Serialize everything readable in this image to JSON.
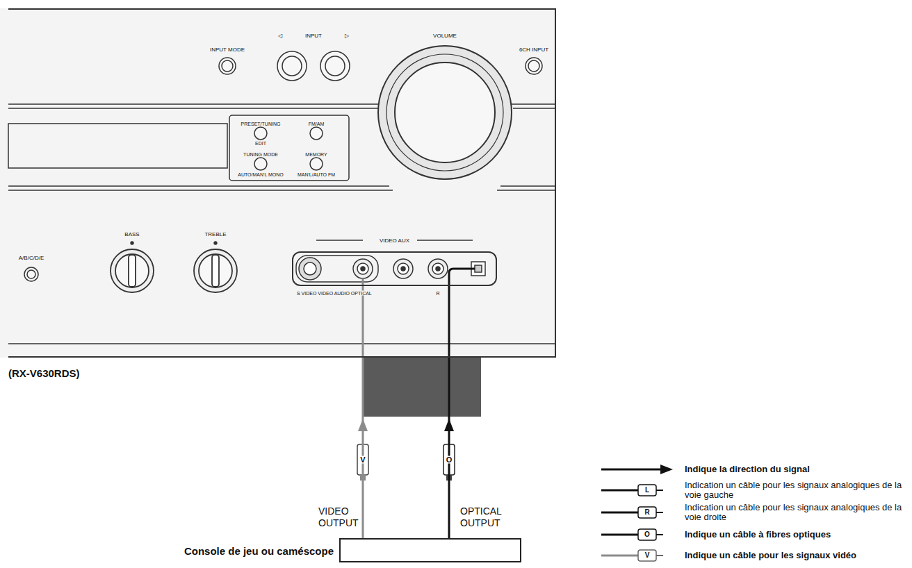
{
  "diagram": {
    "nodes": [
      {
        "text": [
          "(RX-V630RDS)"
        ]
      },
      {
        "text": [
          "VIDEO AUX"
        ],
        "in": 0
      },
      {
        "text": [
          "Console de jeu ou caméscope"
        ]
      }
    ],
    "edges": [
      {
        "from": 2,
        "to": 1,
        "arrow": "to",
        "label": "VIDEO OUTPUT"
      },
      {
        "from": 2,
        "to": 1,
        "arrow": "to",
        "label": "OPTICAL OUTPUT"
      }
    ],
    "labels": [
      "INPUT MODE",
      "◁",
      "INPUT",
      "▷",
      "VOLUME",
      "6CH INPUT",
      "PRESET/TUNING",
      "EDIT",
      "FM/AM",
      "TUNING MODE",
      "AUTO/MAN'L MONO",
      "MEMORY",
      "MAN'L/AUTO FM",
      "A/B/C/D/E",
      "BASS",
      "TREBLE",
      "S VIDEO VIDEO AUDIO OPTICAL",
      "R",
      "V",
      "O",
      "L",
      "R",
      "O",
      "V"
    ],
    "legend": [
      {
        "text": "Indique la direction du signal"
      },
      {
        "text": "Indication un câble pour les signaux analogiques de la voie gauche"
      },
      {
        "text": "Indication un câble pour les signaux analogiques de la voie droite"
      },
      {
        "text": "Indique un câble à fibres optiques"
      },
      {
        "text": "Indique un câble pour les signaux vidéo"
      }
    ]
  }
}
